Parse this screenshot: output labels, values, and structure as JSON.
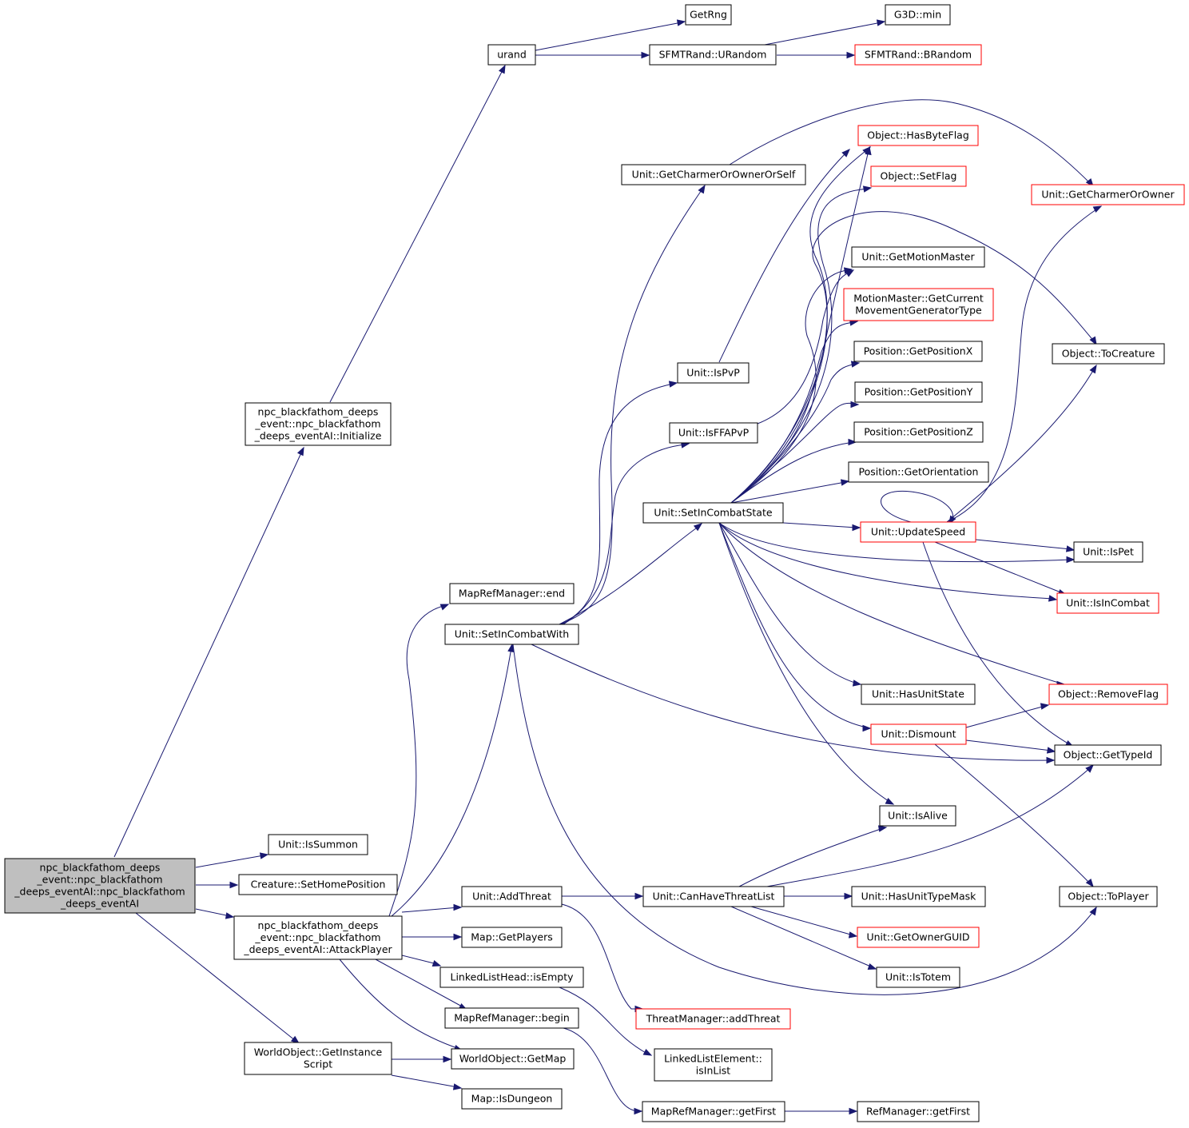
{
  "colors": {
    "edge": "#191970",
    "border_default": "#000000",
    "border_truncated": "#ff0000",
    "root_fill": "#bfbfbf"
  },
  "nodes": [
    {
      "id": "root",
      "lines": [
        "npc_blackfathom_deeps",
        "_event::npc_blackfathom",
        "_deeps_eventAI::npc_blackfathom",
        "_deeps_eventAI"
      ],
      "style": "root"
    },
    {
      "id": "initialize",
      "lines": [
        "npc_blackfathom_deeps",
        "_event::npc_blackfathom",
        "_deeps_eventAI::Initialize"
      ],
      "style": "normal"
    },
    {
      "id": "urand",
      "lines": [
        "urand"
      ],
      "style": "normal"
    },
    {
      "id": "getrng",
      "lines": [
        "GetRng"
      ],
      "style": "normal"
    },
    {
      "id": "urandom",
      "lines": [
        "SFMTRand::URandom"
      ],
      "style": "normal"
    },
    {
      "id": "g3dmin",
      "lines": [
        "G3D::min"
      ],
      "style": "normal"
    },
    {
      "id": "brandom",
      "lines": [
        "SFMTRand::BRandom"
      ],
      "style": "red"
    },
    {
      "id": "hasbyteflag",
      "lines": [
        "Object::HasByteFlag"
      ],
      "style": "red"
    },
    {
      "id": "getcharmerownerself",
      "lines": [
        "Unit::GetCharmerOrOwnerOrSelf"
      ],
      "style": "normal"
    },
    {
      "id": "setflag",
      "lines": [
        "Object::SetFlag"
      ],
      "style": "red"
    },
    {
      "id": "getcharmerowner",
      "lines": [
        "Unit::GetCharmerOrOwner"
      ],
      "style": "red"
    },
    {
      "id": "getmotionmaster",
      "lines": [
        "Unit::GetMotionMaster"
      ],
      "style": "normal"
    },
    {
      "id": "getcurrentmovement",
      "lines": [
        "MotionMaster::GetCurrent",
        "MovementGeneratorType"
      ],
      "style": "red"
    },
    {
      "id": "getpositionx",
      "lines": [
        "Position::GetPositionX"
      ],
      "style": "normal"
    },
    {
      "id": "tocreature",
      "lines": [
        "Object::ToCreature"
      ],
      "style": "normal"
    },
    {
      "id": "ispvp",
      "lines": [
        "Unit::IsPvP"
      ],
      "style": "normal"
    },
    {
      "id": "getpositiony",
      "lines": [
        "Position::GetPositionY"
      ],
      "style": "normal"
    },
    {
      "id": "isffapvp",
      "lines": [
        "Unit::IsFFAPvP"
      ],
      "style": "normal"
    },
    {
      "id": "getpositionz",
      "lines": [
        "Position::GetPositionZ"
      ],
      "style": "normal"
    },
    {
      "id": "getorientation",
      "lines": [
        "Position::GetOrientation"
      ],
      "style": "normal"
    },
    {
      "id": "setincombatstate",
      "lines": [
        "Unit::SetInCombatState"
      ],
      "style": "normal"
    },
    {
      "id": "updatespeed",
      "lines": [
        "Unit::UpdateSpeed"
      ],
      "style": "red"
    },
    {
      "id": "ispet",
      "lines": [
        "Unit::IsPet"
      ],
      "style": "normal"
    },
    {
      "id": "maprefend",
      "lines": [
        "MapRefManager::end"
      ],
      "style": "normal"
    },
    {
      "id": "isincombat",
      "lines": [
        "Unit::IsInCombat"
      ],
      "style": "red"
    },
    {
      "id": "setincombatwith",
      "lines": [
        "Unit::SetInCombatWith"
      ],
      "style": "normal"
    },
    {
      "id": "hasunitstate",
      "lines": [
        "Unit::HasUnitState"
      ],
      "style": "normal"
    },
    {
      "id": "removeflag",
      "lines": [
        "Object::RemoveFlag"
      ],
      "style": "red"
    },
    {
      "id": "dismount",
      "lines": [
        "Unit::Dismount"
      ],
      "style": "red"
    },
    {
      "id": "gettypeid",
      "lines": [
        "Object::GetTypeId"
      ],
      "style": "normal"
    },
    {
      "id": "isalive",
      "lines": [
        "Unit::IsAlive"
      ],
      "style": "normal"
    },
    {
      "id": "issummon",
      "lines": [
        "Unit::IsSummon"
      ],
      "style": "normal"
    },
    {
      "id": "sethomeposition",
      "lines": [
        "Creature::SetHomePosition"
      ],
      "style": "normal"
    },
    {
      "id": "addthreat",
      "lines": [
        "Unit::AddThreat"
      ],
      "style": "normal"
    },
    {
      "id": "canhavethreatlist",
      "lines": [
        "Unit::CanHaveThreatList"
      ],
      "style": "normal"
    },
    {
      "id": "hasunittypemask",
      "lines": [
        "Unit::HasUnitTypeMask"
      ],
      "style": "normal"
    },
    {
      "id": "toplayer",
      "lines": [
        "Object::ToPlayer"
      ],
      "style": "normal"
    },
    {
      "id": "attackplayer",
      "lines": [
        "npc_blackfathom_deeps",
        "_event::npc_blackfathom",
        "_deeps_eventAI::AttackPlayer"
      ],
      "style": "normal"
    },
    {
      "id": "getplayers",
      "lines": [
        "Map::GetPlayers"
      ],
      "style": "normal"
    },
    {
      "id": "getownerguid",
      "lines": [
        "Unit::GetOwnerGUID"
      ],
      "style": "red"
    },
    {
      "id": "isempty",
      "lines": [
        "LinkedListHead::isEmpty"
      ],
      "style": "normal"
    },
    {
      "id": "istotem",
      "lines": [
        "Unit::IsTotem"
      ],
      "style": "normal"
    },
    {
      "id": "maprefbegin",
      "lines": [
        "MapRefManager::begin"
      ],
      "style": "normal"
    },
    {
      "id": "threatmgraddthreat",
      "lines": [
        "ThreatManager::addThreat"
      ],
      "style": "red"
    },
    {
      "id": "getinstancescript",
      "lines": [
        "WorldObject::GetInstance",
        "Script"
      ],
      "style": "normal"
    },
    {
      "id": "getmap",
      "lines": [
        "WorldObject::GetMap"
      ],
      "style": "normal"
    },
    {
      "id": "isinlist",
      "lines": [
        "LinkedListElement::",
        "isInList"
      ],
      "style": "normal"
    },
    {
      "id": "isdungeon",
      "lines": [
        "Map::IsDungeon"
      ],
      "style": "normal"
    },
    {
      "id": "maprefgetfirst",
      "lines": [
        "MapRefManager::getFirst"
      ],
      "style": "normal"
    },
    {
      "id": "refgetfirst",
      "lines": [
        "RefManager::getFirst"
      ],
      "style": "normal"
    }
  ]
}
